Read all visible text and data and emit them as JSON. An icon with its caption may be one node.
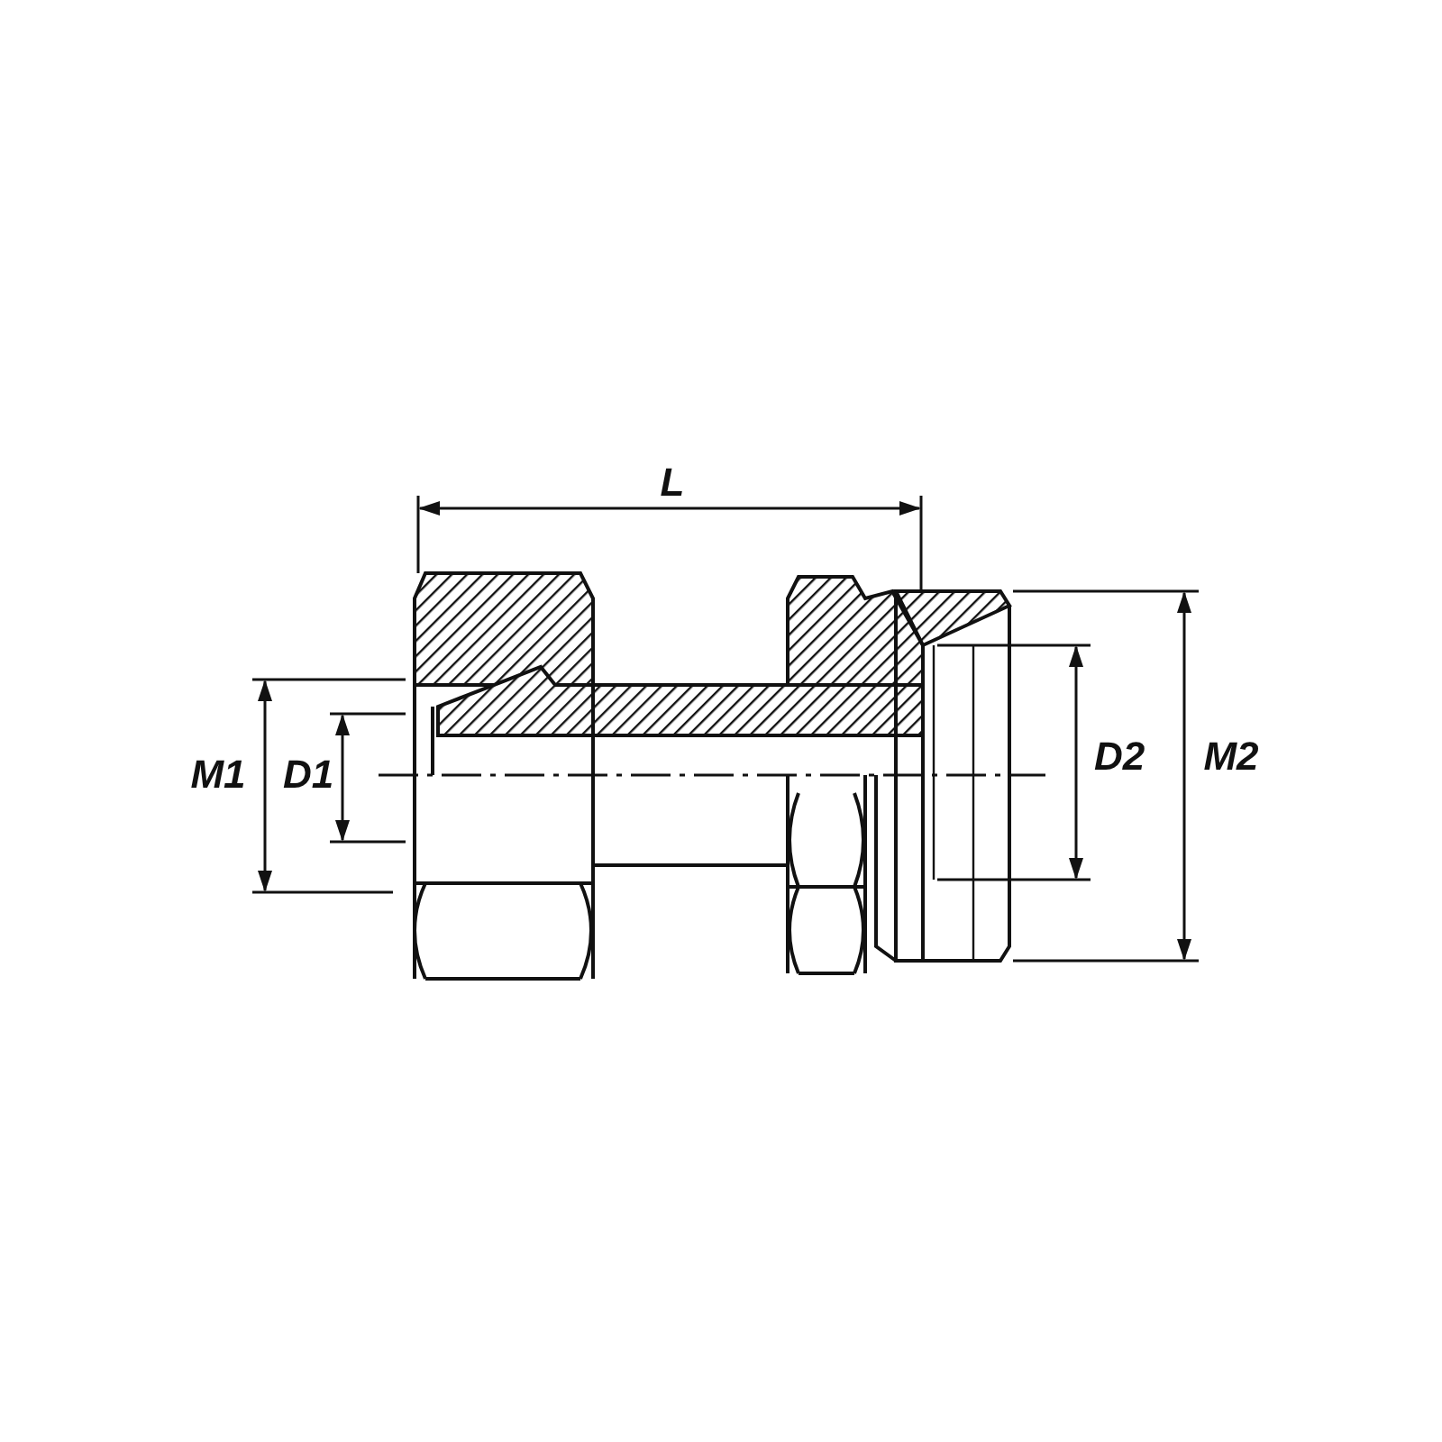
{
  "diagram": {
    "labels": [
      "L",
      "M1",
      "D1",
      "D2",
      "M2"
    ]
  }
}
